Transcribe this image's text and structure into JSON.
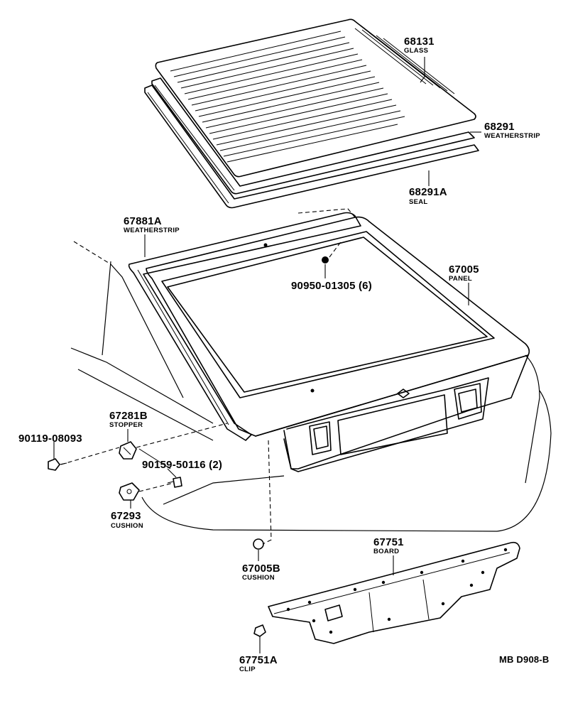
{
  "title": "",
  "diagram_id": "MB D908-B",
  "parts": [
    {
      "key": "glass",
      "number": "68131",
      "name": "GLASS"
    },
    {
      "key": "weatherstrip_glass",
      "number": "68291",
      "name": "WEATHERSTRIP"
    },
    {
      "key": "seal",
      "number": "68291A",
      "name": "SEAL"
    },
    {
      "key": "weatherstrip_body",
      "number": "67881A",
      "name": "WEATHERSTRIP"
    },
    {
      "key": "screw",
      "number": "90950-01305 (6)",
      "name": ""
    },
    {
      "key": "panel",
      "number": "67005",
      "name": "PANEL"
    },
    {
      "key": "stopper",
      "number": "67281B",
      "name": "STOPPER"
    },
    {
      "key": "bolt",
      "number": "90119-08093",
      "name": ""
    },
    {
      "key": "screw2",
      "number": "90159-50116 (2)",
      "name": ""
    },
    {
      "key": "cushion",
      "number": "67293",
      "name": "CUSHION"
    },
    {
      "key": "cushion_b",
      "number": "67005B",
      "name": "CUSHION"
    },
    {
      "key": "board",
      "number": "67751",
      "name": "BOARD"
    },
    {
      "key": "clip",
      "number": "67751A",
      "name": "CLIP"
    }
  ]
}
